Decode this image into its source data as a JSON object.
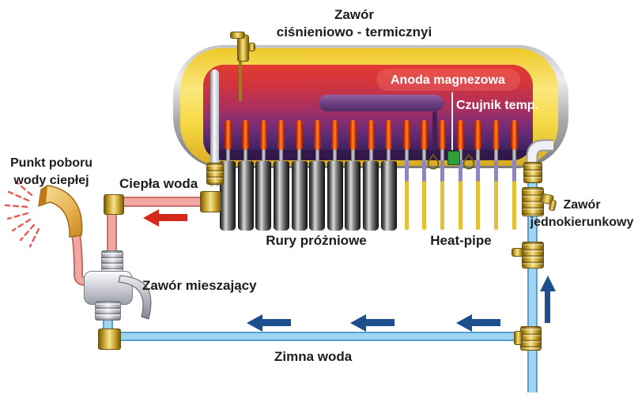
{
  "labels": {
    "relief_valve_line1": "Zawór",
    "relief_valve_line2": "ciśnieniowo - termicznyi",
    "anode": "Anoda magnezowa",
    "temp_sensor": "Czujnik temp.",
    "draw_point_line1": "Punkt poboru",
    "draw_point_line2": "wody ciepłej",
    "hot_water": "Ciepła woda",
    "check_valve_line1": "Zawór",
    "check_valve_line2": "jednokierunkowy",
    "vacuum_tubes": "Rury próżniowe",
    "heat_pipe": "Heat-pipe",
    "mixing_valve": "Zawór mieszający",
    "cold_water": "Zimna woda"
  },
  "diagram": {
    "condenser_count": 17,
    "vacuum_tube_count": 10,
    "heat_pipe_rod_count": 7,
    "cold_flow_arrow_count": 3,
    "mount_clip_count": 2
  },
  "colors": {
    "hot_pipe": "#f2a8a0",
    "hot_pipe_border": "#c9706a",
    "cold_pipe": "#9dd4f2",
    "cold_pipe_border": "#5a9fd4",
    "arrow_red": "#d6281a",
    "arrow_blue": "#1d4f8f",
    "brass": "#d9b43a",
    "tank_red": "#e23c30",
    "tank_purple": "#33184a",
    "insulation_yellow": "#f6d844",
    "shell_gray": "#bdbdbd",
    "sensor_green": "#2f9e3c"
  }
}
